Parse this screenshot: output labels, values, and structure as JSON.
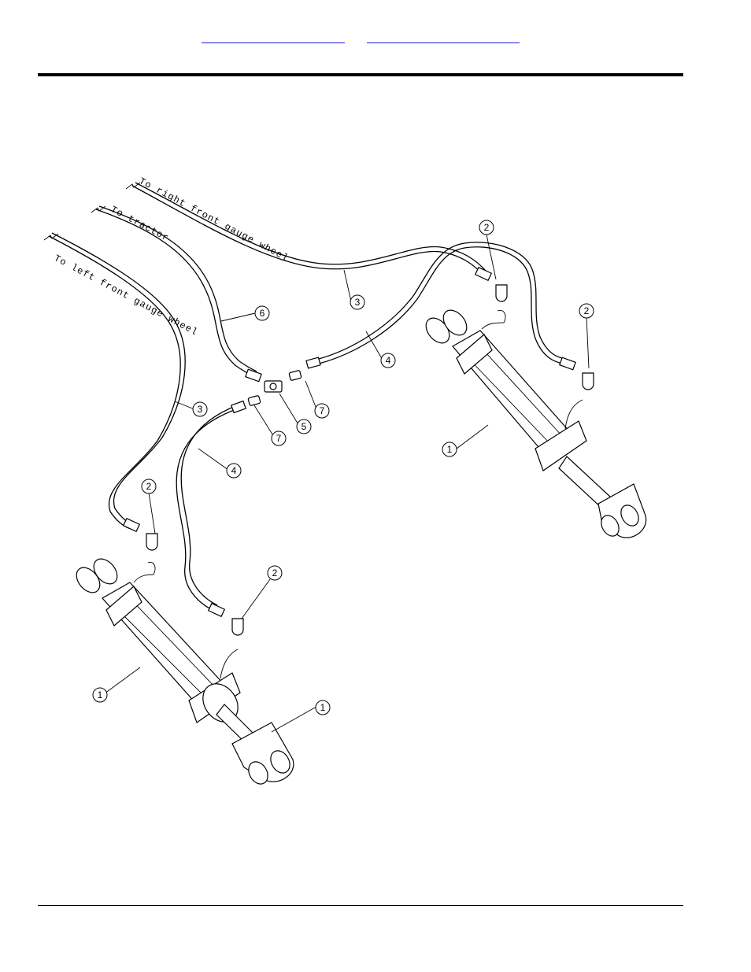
{
  "header": {
    "links": [
      {
        "label": ""
      },
      {
        "label": ""
      }
    ]
  },
  "diagram": {
    "notes": {
      "right_front": "To right front gauge wheel",
      "tractor": "To tractor",
      "left_front": "To left front gauge wheel"
    },
    "callouts": {
      "c1": "2",
      "c2": "2",
      "c3": "3",
      "c4": "6",
      "c5": "4",
      "c6": "7",
      "c7": "5",
      "c8": "7",
      "c9": "3",
      "c10": "4",
      "c11": "1",
      "c12": "2",
      "c13": "2",
      "c14": "1",
      "c15": "1"
    }
  }
}
